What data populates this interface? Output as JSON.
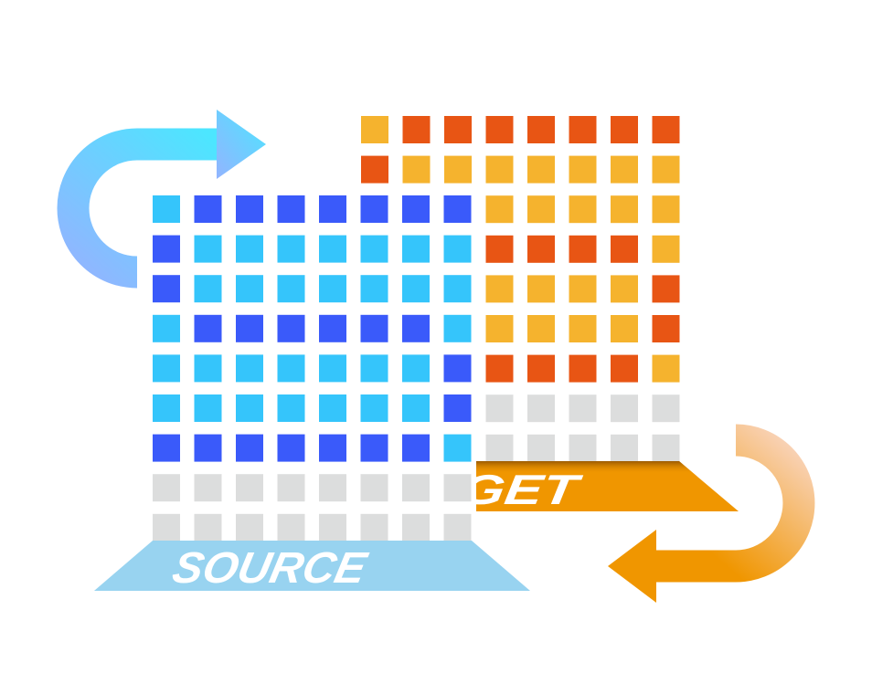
{
  "source": {
    "label": "SOURCE",
    "platform_color": "#98d3f0",
    "grid": [
      [
        "L",
        "D",
        "D",
        "D",
        "D",
        "D",
        "D",
        "D"
      ],
      [
        "D",
        "L",
        "L",
        "L",
        "L",
        "L",
        "L",
        "L"
      ],
      [
        "D",
        "L",
        "L",
        "L",
        "L",
        "L",
        "L",
        "L"
      ],
      [
        "L",
        "D",
        "D",
        "D",
        "D",
        "D",
        "D",
        "L"
      ],
      [
        "L",
        "L",
        "L",
        "L",
        "L",
        "L",
        "L",
        "D"
      ],
      [
        "L",
        "L",
        "L",
        "L",
        "L",
        "L",
        "L",
        "D"
      ],
      [
        "D",
        "D",
        "D",
        "D",
        "D",
        "D",
        "D",
        "L"
      ],
      [
        "G",
        "G",
        "G",
        "G",
        "G",
        "G",
        "G",
        "G"
      ],
      [
        "G",
        "G",
        "G",
        "G",
        "G",
        "G",
        "G",
        "G"
      ]
    ]
  },
  "target": {
    "label": "TARGET",
    "platform_color": "#f09600",
    "grid": [
      [
        "Y",
        "O",
        "O",
        "O",
        "O",
        "O",
        "O",
        "O"
      ],
      [
        "O",
        "Y",
        "Y",
        "Y",
        "Y",
        "Y",
        "Y",
        "Y"
      ],
      [
        "-",
        "-",
        "-",
        "Y",
        "Y",
        "Y",
        "Y",
        "Y"
      ],
      [
        "-",
        "-",
        "-",
        "O",
        "O",
        "O",
        "O",
        "Y"
      ],
      [
        "-",
        "-",
        "-",
        "Y",
        "Y",
        "Y",
        "Y",
        "O"
      ],
      [
        "-",
        "-",
        "-",
        "Y",
        "Y",
        "Y",
        "Y",
        "O"
      ],
      [
        "-",
        "-",
        "-",
        "O",
        "O",
        "O",
        "O",
        "Y"
      ],
      [
        "-",
        "-",
        "-",
        "G",
        "G",
        "G",
        "G",
        "G"
      ],
      [
        "-",
        "-",
        "-",
        "G",
        "G",
        "G",
        "G",
        "G"
      ]
    ]
  },
  "colors": {
    "D": "#3a5afa",
    "L": "#35c5fb",
    "O": "#e85514",
    "Y": "#f5b32e",
    "G": "#dcdddd"
  },
  "arrows": {
    "sync_forward": {
      "icon": "curved-arrow-right-icon",
      "from": "#93b4ff",
      "to": "#4ce6ff"
    },
    "sync_back": {
      "icon": "curved-arrow-left-icon",
      "from": "#f9d6c2",
      "to": "#f09600"
    }
  }
}
